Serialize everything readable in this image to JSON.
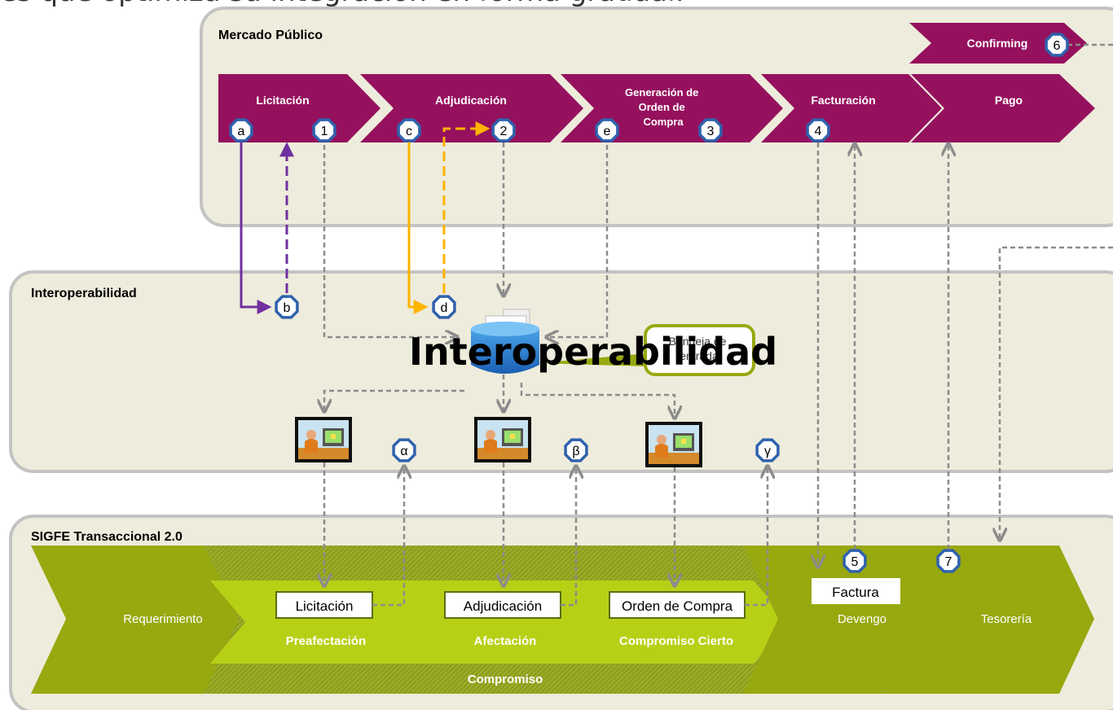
{
  "page_title": "es que optimiza su integración en forma gradual:",
  "colors": {
    "panel_fill": "#eeecdc",
    "panel_border": "#c3c3c3",
    "purple": "#95115e",
    "olive": "#98a80f",
    "light_green": "#b7d016",
    "dark_olive": "#7a8b11",
    "marker_border": "#2f62ad",
    "violet_arrow": "#7030a0",
    "gold_arrow": "#ffb400",
    "dashed_grey": "#8c8c8c"
  },
  "sections": {
    "mercado": "Mercado Público",
    "interop": "Interoperabilidad",
    "sigfe": "SIGFE Transaccional 2.0"
  },
  "confirming": "Confirming",
  "stages": [
    {
      "label": "Licitación"
    },
    {
      "label": "Adjudicación"
    },
    {
      "label": "Generación de\nOrden de\nCompra"
    },
    {
      "label": "Facturación"
    },
    {
      "label": "Pago"
    }
  ],
  "markers": {
    "a": "a",
    "b": "b",
    "c": "c",
    "d": "d",
    "e": "e",
    "n1": "1",
    "n2": "2",
    "n3": "3",
    "n4": "4",
    "n5": "5",
    "n6": "6",
    "n7": "7",
    "alpha": "α",
    "beta": "β",
    "gamma": "γ"
  },
  "interop_title": "Interoperabilidad",
  "inbox_label": "Bandeja de\nentrada",
  "sigfe": {
    "requerimiento": "Requerimiento",
    "compromiso": "Compromiso",
    "preafectacion": "Preafectación",
    "afectacion": "Afectación",
    "compromiso_cierto": "Compromiso Cierto",
    "devengo": "Devengo",
    "tesoreria": "Tesorería",
    "docs": {
      "licitacion": "Licitación",
      "adjudicacion": "Adjudicación",
      "orden": "Orden de Compra",
      "factura": "Factura"
    }
  },
  "icons": [
    "folder-database-icon",
    "operator-workstation-icon",
    "operator-workstation-icon",
    "operator-workstation-icon"
  ]
}
